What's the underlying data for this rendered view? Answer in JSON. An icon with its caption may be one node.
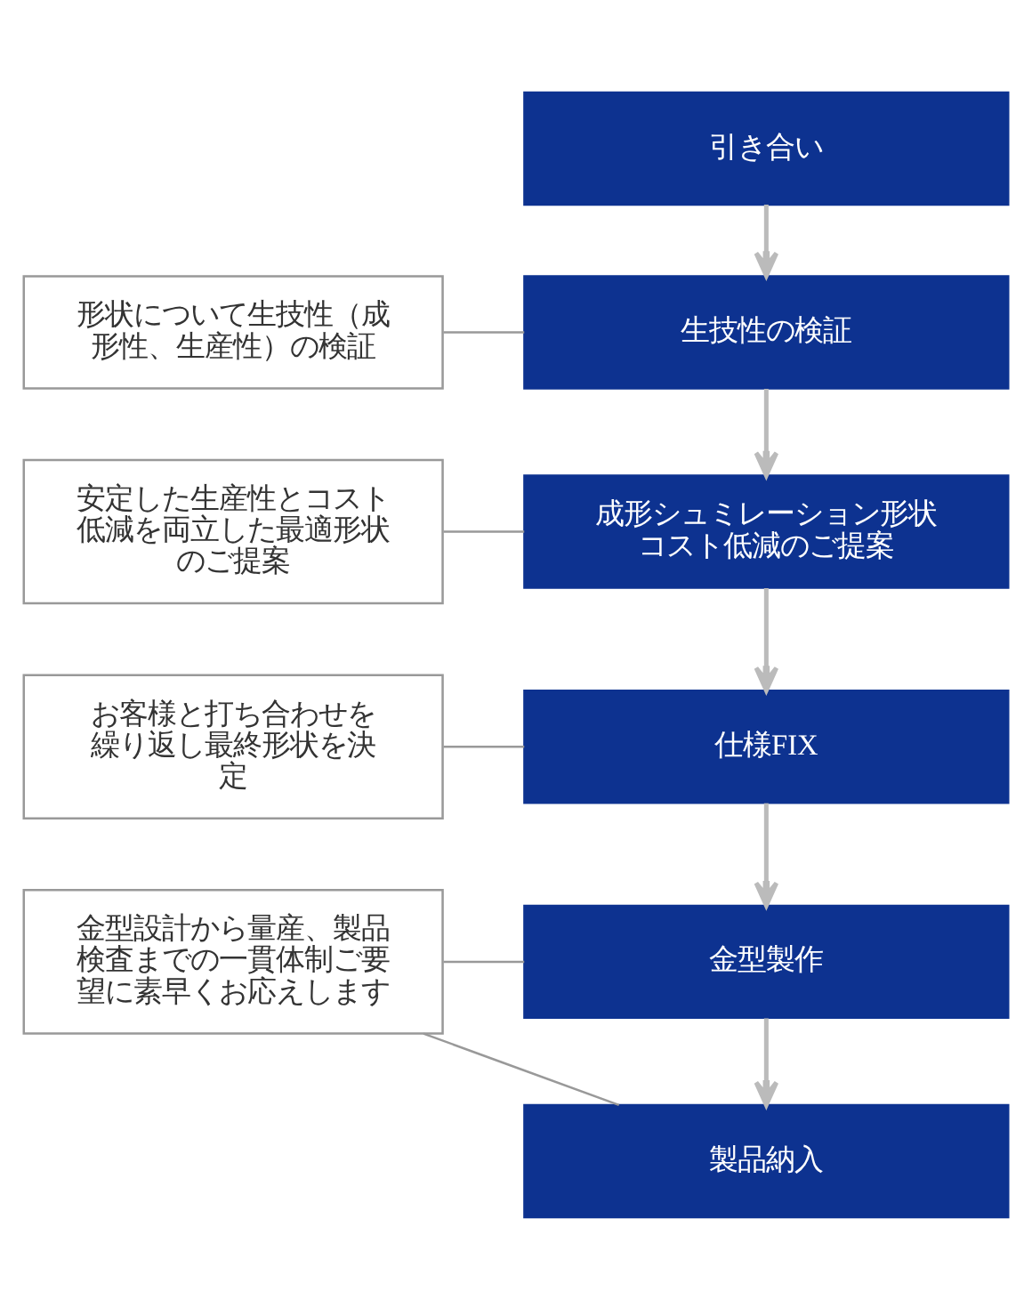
{
  "diagram": {
    "nodes": [
      {
        "text": [
          "引き合い"
        ]
      },
      {
        "text": [
          "生技性の検証"
        ]
      },
      {
        "text": [
          "成形シュミレーション形状コスト低減のご提案"
        ]
      },
      {
        "text": [
          "仕様FIX"
        ]
      },
      {
        "text": [
          "金型製作"
        ]
      },
      {
        "text": [
          "製品納入"
        ]
      },
      {
        "text": [
          "形状について生技性（成形性、生産性）の検証"
        ]
      },
      {
        "text": [
          "安定した生産性とコスト低減を両立した最適形状のご提案"
        ]
      },
      {
        "text": [
          "お客様と打ち合わせを繰り返し最終形状を決定"
        ]
      },
      {
        "text": [
          "金型設計から量産、製品検査までの一貫体制ご要望に素早くお応えします"
        ]
      }
    ],
    "edges": [
      {
        "from": 0,
        "to": 1,
        "arrow": "to"
      },
      {
        "from": 1,
        "to": 2,
        "arrow": "to"
      },
      {
        "from": 2,
        "to": 3,
        "arrow": "to"
      },
      {
        "from": 3,
        "to": 4,
        "arrow": "to"
      },
      {
        "from": 4,
        "to": 5,
        "arrow": "to"
      },
      {
        "from": 6,
        "to": 1,
        "arrow": "none"
      },
      {
        "from": 7,
        "to": 2,
        "arrow": "none"
      },
      {
        "from": 8,
        "to": 3,
        "arrow": "none"
      },
      {
        "from": 9,
        "to": 4,
        "arrow": "none"
      },
      {
        "from": 9,
        "to": 5,
        "arrow": "none"
      }
    ]
  }
}
